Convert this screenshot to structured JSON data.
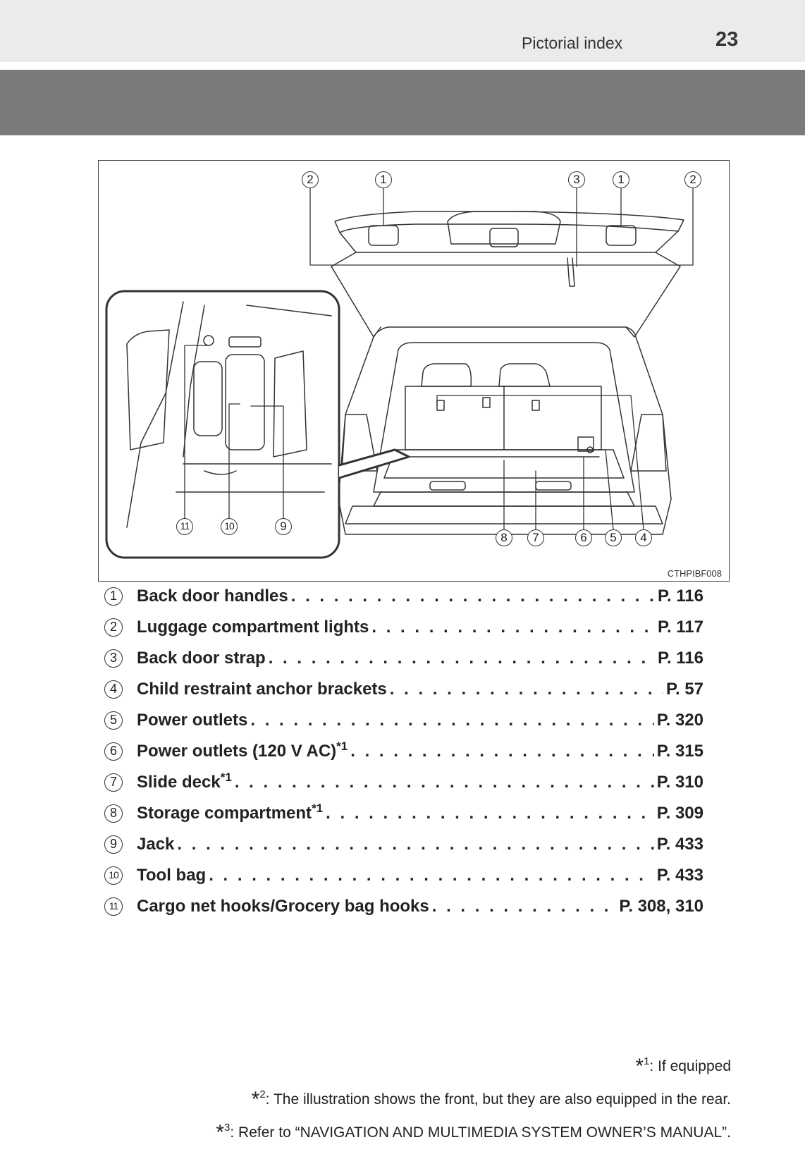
{
  "header": {
    "section_title": "Pictorial index",
    "page_number": "23"
  },
  "figure": {
    "code": "CTHPIBF008",
    "callouts_top": [
      "2",
      "1",
      "3",
      "1",
      "2"
    ],
    "callouts_bottom_right": [
      "8",
      "7",
      "6",
      "5",
      "4"
    ],
    "callouts_inset": [
      "11",
      "10",
      "9"
    ]
  },
  "items": [
    {
      "num": "1",
      "label": "Back door handles",
      "sup": "",
      "page": "P. 116"
    },
    {
      "num": "2",
      "label": "Luggage compartment lights",
      "sup": "",
      "page": "P. 117"
    },
    {
      "num": "3",
      "label": "Back door strap",
      "sup": "",
      "page": "P. 116"
    },
    {
      "num": "4",
      "label": "Child restraint anchor brackets",
      "sup": "",
      "page": "P. 57"
    },
    {
      "num": "5",
      "label": "Power outlets",
      "sup": "",
      "page": "P. 320"
    },
    {
      "num": "6",
      "label": "Power outlets (120 V AC)",
      "sup": "*1",
      "page": "P. 315"
    },
    {
      "num": "7",
      "label": "Slide deck",
      "sup": "*1",
      "page": "P. 310"
    },
    {
      "num": "8",
      "label": "Storage compartment",
      "sup": "*1",
      "page": "P. 309"
    },
    {
      "num": "9",
      "label": "Jack",
      "sup": "",
      "page": "P. 433"
    },
    {
      "num": "10",
      "label": "Tool bag",
      "sup": "",
      "page": "P. 433"
    },
    {
      "num": "11",
      "label": "Cargo net hooks/Grocery bag hooks",
      "sup": "",
      "page": "P. 308, 310"
    }
  ],
  "leader_dots": ". . . . . . . . . . . . . . . . . . . . . . . . . . . . . . . . . . . . . . . . . . . . . . . . . . .",
  "footnotes": [
    {
      "star": "*",
      "num": "1",
      "text": ": If equipped"
    },
    {
      "star": "*",
      "num": "2",
      "text": ": The illustration shows the front, but they are also equipped in the rear."
    },
    {
      "star": "*",
      "num": "3",
      "text": ": Refer to “NAVIGATION AND MULTIMEDIA SYSTEM OWNER’S MANUAL”."
    }
  ]
}
